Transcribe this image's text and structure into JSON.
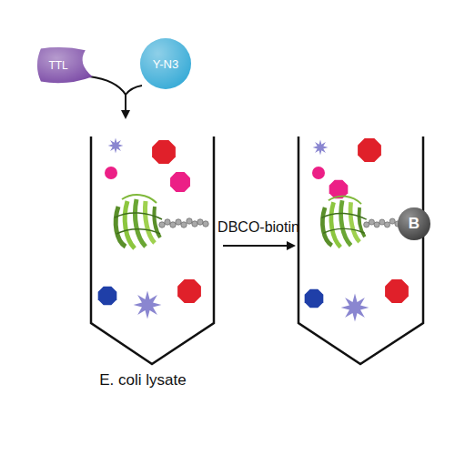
{
  "diagram": {
    "nodes": [
      {
        "text": [
          "TTL"
        ]
      },
      {
        "text": [
          "Y-N3"
        ]
      },
      {
        "text": [
          "B"
        ]
      }
    ],
    "labels": [
      "E. coli lysate",
      "DBCO-biotin"
    ]
  }
}
